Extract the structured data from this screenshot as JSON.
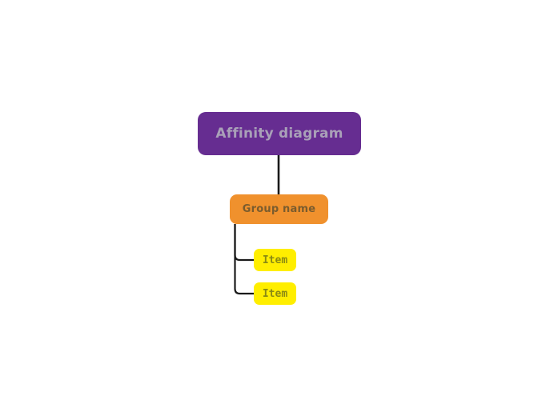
{
  "diagram": {
    "type": "affinity-diagram-tree",
    "background_color": "#ffffff",
    "root": {
      "label": "Affinity diagram",
      "fill_color": "#662d91",
      "text_color": "#a9a0b8"
    },
    "group": {
      "label": "Group name",
      "fill_color": "#f0912d",
      "text_color": "#7a5c2e"
    },
    "items": [
      {
        "label": "Item",
        "fill_color": "#ffee00",
        "text_color": "#8a8a13"
      },
      {
        "label": "Item",
        "fill_color": "#ffee00",
        "text_color": "#8a8a13"
      }
    ],
    "connector_color": "#1a1a1a"
  }
}
